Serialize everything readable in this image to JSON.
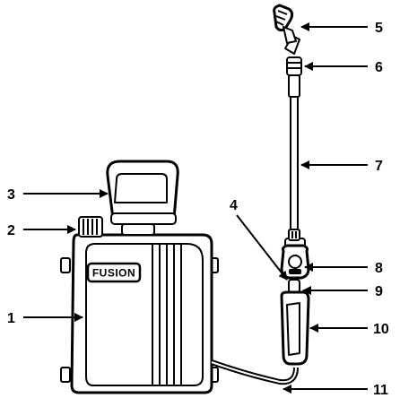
{
  "brand": {
    "label": "FUSION"
  },
  "callouts": [
    {
      "id": "1",
      "label": "1"
    },
    {
      "id": "2",
      "label": "2"
    },
    {
      "id": "3",
      "label": "3"
    },
    {
      "id": "4",
      "label": "4"
    },
    {
      "id": "5",
      "label": "5"
    },
    {
      "id": "6",
      "label": "6"
    },
    {
      "id": "7",
      "label": "7"
    },
    {
      "id": "8",
      "label": "8"
    },
    {
      "id": "9",
      "label": "9"
    },
    {
      "id": "10",
      "label": "10"
    },
    {
      "id": "11",
      "label": "11"
    }
  ],
  "colors": {
    "ink": "#000000",
    "paper": "#ffffff"
  }
}
